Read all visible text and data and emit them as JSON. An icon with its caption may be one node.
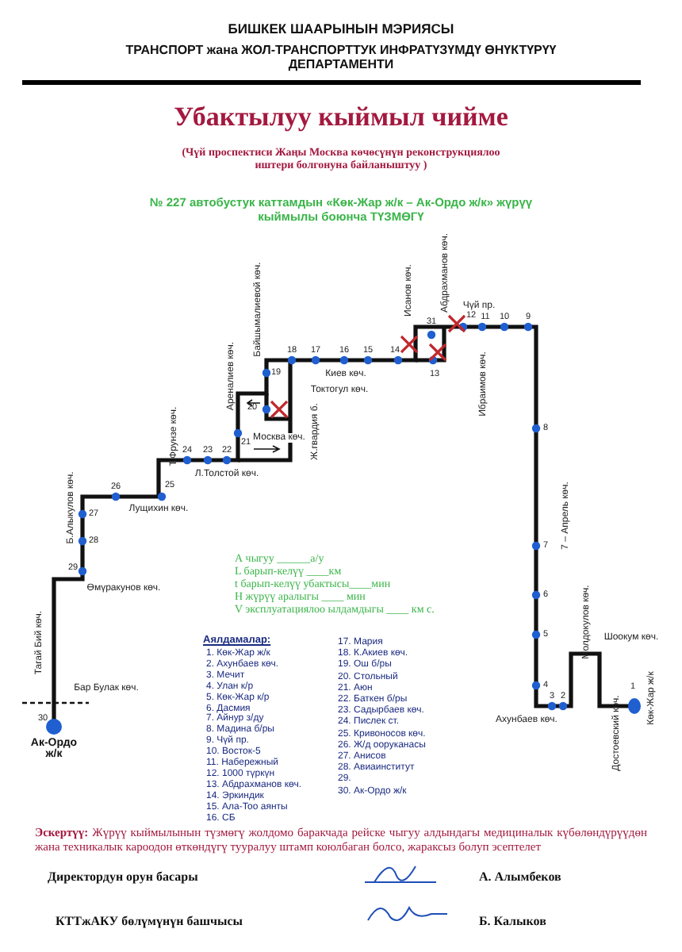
{
  "diagram": {
    "title": "Убактылуу кыймыл чийме",
    "labels": [
      "БИШКЕК ШААРЫНЫН МЭРИЯСЫ",
      "ТРАНСПОРТ жана ЖОЛ-ТРАНСПОРТТУК ИНФРАТҮЗҮМДҮ ӨНҮКТҮРҮҮ ДЕПАРТАМЕНТИ",
      "(Чүй проспектиси Жаңы Москва көчөсүнүн реконструкциялоо иштери болгонуна байланыштуу )",
      "№ 227  автобустук каттамдын «Көк-Жар ж/к – Ак-Ордо ж/к» жүрүү кыймылы боюнча ТҮЗМӨГҮ",
      "Исанов көч.",
      "Абдрахманов көч.",
      "Чүй пр.",
      "Байшымалиевой көч.",
      "18",
      "17",
      "16",
      "15",
      "14",
      "31",
      "12",
      "11",
      "10",
      "9",
      "Киев көч.",
      "13",
      "Ибраимов көч.",
      "19",
      "Токтогул көч.",
      "20",
      "Ареналиев көч.",
      "Москва көч.",
      "Т.Фрунзе көч.",
      "21",
      "Ж.гвардия б.",
      "24",
      "23",
      "22",
      "Л.Толстой көч.",
      "26",
      "25",
      "Лущихин көч.",
      "27",
      "28",
      "Б.Алыкулов көч.",
      "29",
      "Өмүракунов көч.",
      "8",
      "7 – Апрель көч.",
      "7",
      "6",
      "5",
      "Тагай Бий көч.",
      "Бар Булак көч.",
      "30",
      "Ак-Ордо ж/к",
      "Шоокум көч.",
      "Молдокулов көч.",
      "4",
      "3",
      "2",
      "1",
      "Ахунбаев көч.",
      "Достоевский көч.",
      "Көк-Жар ж/к",
      "А чыгуу ______а/у",
      "L барып-келүү ____км",
      "t барып-келүү убактысы____мин",
      "Н жүрүү аралыгы ____ мин",
      "V эксплуатациялоо ылдамдыгы ____ км с.",
      "Аялдамалар:",
      "1. Көк-Жар ж/к",
      "2. Ахунбаев көч.",
      "3. Мечит",
      "4. Улан к/р",
      "5. Көк-Жар к/р",
      "6. Дасмия",
      "7. Айнур з/ду",
      "8. Мадина б/ры",
      "9. Чүй пр.",
      "10. Восток-5",
      "11. Набережный",
      "12. 1000 түркүн",
      "13. Абдрахманов көч.",
      "14. Эркиндик",
      "15. Ала-Тоо аянты",
      "16. СБ",
      "17. Мария",
      "18. К.Акиев көч.",
      "19. Ош б/ры",
      "20. Стольный",
      "21. Аюн",
      "22. Баткен б/ры",
      "23. Садырбаев көч.",
      "24. Пислек ст.",
      "25. Кривоносов көч.",
      "26. Ж/д ооруканасы",
      "27. Анисов",
      "28. Авиаинститут",
      "29.",
      "30. Ак-Ордо ж/к",
      "**Эскертүү:** Жүрүү кыймылынын түзмөгү жолдомо баракчада рейске чыгуу алдындагы медициналык күбөлөндүрүүдөн жана техникалык кароодон өткөндүгү тууралуу штамп коюлбаган болсо, жараксыз болуп эсептелет",
      "Директордун орун басары",
      "А. Алымбеков",
      "КТТжАКУ бөлүмүнүн башчысы",
      "Б. Калыков"
    ]
  }
}
